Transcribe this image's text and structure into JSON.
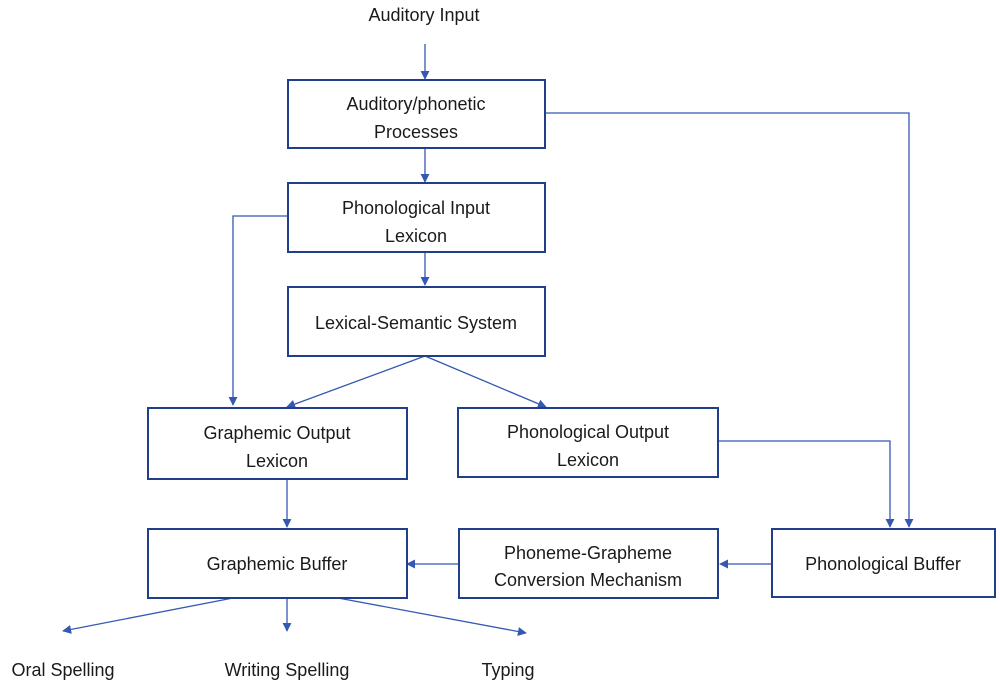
{
  "diagram": {
    "labels": {
      "auditory_input": "Auditory Input",
      "oral_spelling": "Oral Spelling",
      "writing_spelling": "Writing Spelling",
      "typing": "Typing"
    },
    "nodes": {
      "auditory_phonetic": [
        "Auditory/phonetic",
        "Processes"
      ],
      "phonological_input_lexicon": [
        "Phonological Input",
        "Lexicon"
      ],
      "lexical_semantic_system": [
        "Lexical-Semantic System"
      ],
      "graphemic_output_lexicon": [
        "Graphemic Output",
        "Lexicon"
      ],
      "phonological_output_lexicon": [
        "Phonological Output",
        "Lexicon"
      ],
      "graphemic_buffer": [
        "Graphemic Buffer"
      ],
      "phoneme_grapheme_conversion": [
        "Phoneme-Grapheme",
        "Conversion Mechanism"
      ],
      "phonological_buffer": [
        "Phonological Buffer"
      ]
    },
    "edges": [
      [
        "auditory_input",
        "auditory_phonetic"
      ],
      [
        "auditory_phonetic",
        "phonological_input_lexicon"
      ],
      [
        "auditory_phonetic",
        "phonological_buffer"
      ],
      [
        "phonological_input_lexicon",
        "lexical_semantic_system"
      ],
      [
        "phonological_input_lexicon",
        "graphemic_output_lexicon"
      ],
      [
        "lexical_semantic_system",
        "graphemic_output_lexicon"
      ],
      [
        "lexical_semantic_system",
        "phonological_output_lexicon"
      ],
      [
        "phonological_output_lexicon",
        "phonological_buffer"
      ],
      [
        "graphemic_output_lexicon",
        "graphemic_buffer"
      ],
      [
        "phonological_buffer",
        "phoneme_grapheme_conversion"
      ],
      [
        "phoneme_grapheme_conversion",
        "graphemic_buffer"
      ],
      [
        "graphemic_buffer",
        "oral_spelling"
      ],
      [
        "graphemic_buffer",
        "writing_spelling"
      ],
      [
        "graphemic_buffer",
        "typing"
      ]
    ],
    "colors": {
      "box_border": "#1f3f8a",
      "edge": "#3558b3"
    }
  }
}
